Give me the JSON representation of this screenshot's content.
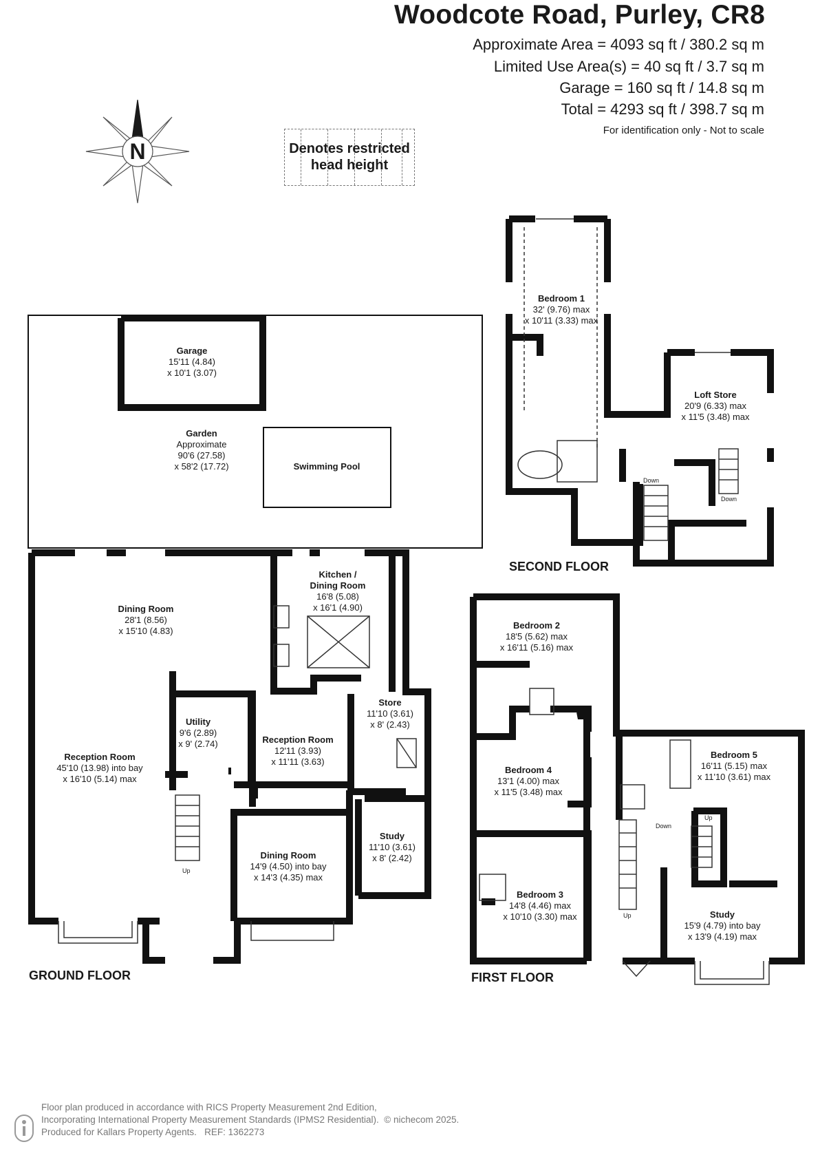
{
  "header": {
    "title": "Woodcote Road, Purley, CR8",
    "areas": [
      "Approximate Area = 4093 sq ft / 380.2 sq m",
      "Limited Use Area(s) = 40 sq ft / 3.7 sq m",
      "Garage = 160 sq ft / 14.8 sq m",
      "Total = 4293 sq ft / 398.7 sq m"
    ],
    "identification": "For identification only - Not to scale"
  },
  "compass": {
    "letter": "N"
  },
  "legend": {
    "line1": "Denotes restricted",
    "line2": "head height"
  },
  "floors": {
    "ground": "GROUND FLOOR",
    "first": "FIRST FLOOR",
    "second": "SECOND FLOOR"
  },
  "rooms": {
    "garage": {
      "name": "Garage",
      "dim1": "15'11 (4.84)",
      "dim2": "x 10'1 (3.07)"
    },
    "garden": {
      "name": "Garden",
      "dim1": "Approximate",
      "dim2": "90'6 (27.58)",
      "dim3": "x 58'2 (17.72)"
    },
    "pool": {
      "name": "Swimming Pool"
    },
    "dining_gf": {
      "name": "Dining Room",
      "dim1": "28'1 (8.56)",
      "dim2": "x 15'10 (4.83)"
    },
    "kitchen": {
      "name1": "Kitchen /",
      "name2": "Dining Room",
      "dim1": "16'8 (5.08)",
      "dim2": "x 16'1 (4.90)"
    },
    "reception_main": {
      "name": "Reception Room",
      "dim1": "45'10 (13.98) into bay",
      "dim2": "x 16'10 (5.14) max"
    },
    "utility": {
      "name": "Utility",
      "dim1": "9'6 (2.89)",
      "dim2": "x 9' (2.74)"
    },
    "reception_2": {
      "name": "Reception Room",
      "dim1": "12'11 (3.93)",
      "dim2": "x 11'11 (3.63)"
    },
    "store": {
      "name": "Store",
      "dim1": "11'10 (3.61)",
      "dim2": "x 8' (2.43)"
    },
    "dining_2": {
      "name": "Dining Room",
      "dim1": "14'9 (4.50) into bay",
      "dim2": "x 14'3 (4.35) max"
    },
    "study_gf": {
      "name": "Study",
      "dim1": "11'10 (3.61)",
      "dim2": "x 8' (2.42)"
    },
    "bedroom1": {
      "name": "Bedroom 1",
      "dim1": "32' (9.76) max",
      "dim2": "x 10'11 (3.33) max"
    },
    "loft": {
      "name": "Loft Store",
      "dim1": "20'9 (6.33) max",
      "dim2": "x 11'5 (3.48) max"
    },
    "bedroom2": {
      "name": "Bedroom 2",
      "dim1": "18'5 (5.62) max",
      "dim2": "x 16'11 (5.16) max"
    },
    "bedroom4": {
      "name": "Bedroom 4",
      "dim1": "13'1 (4.00) max",
      "dim2": "x 11'5 (3.48) max"
    },
    "bedroom5": {
      "name": "Bedroom 5",
      "dim1": "16'11 (5.15) max",
      "dim2": "x 11'10 (3.61) max"
    },
    "bedroom3": {
      "name": "Bedroom 3",
      "dim1": "14'8 (4.46) max",
      "dim2": "x 10'10 (3.30) max"
    },
    "study_ff": {
      "name": "Study",
      "dim1": "15'9 (4.79) into bay",
      "dim2": "x 13'9 (4.19) max"
    }
  },
  "stair_labels": {
    "up": "Up",
    "down": "Down"
  },
  "footer": {
    "line1": "Floor plan produced in accordance with RICS Property Measurement 2nd Edition,",
    "line2": "Incorporating International Property Measurement Standards (IPMS2 Residential).",
    "copyright": "© nichecom 2025.",
    "line3": "Produced for Kallars Property Agents.",
    "ref": "REF: 1362273"
  }
}
